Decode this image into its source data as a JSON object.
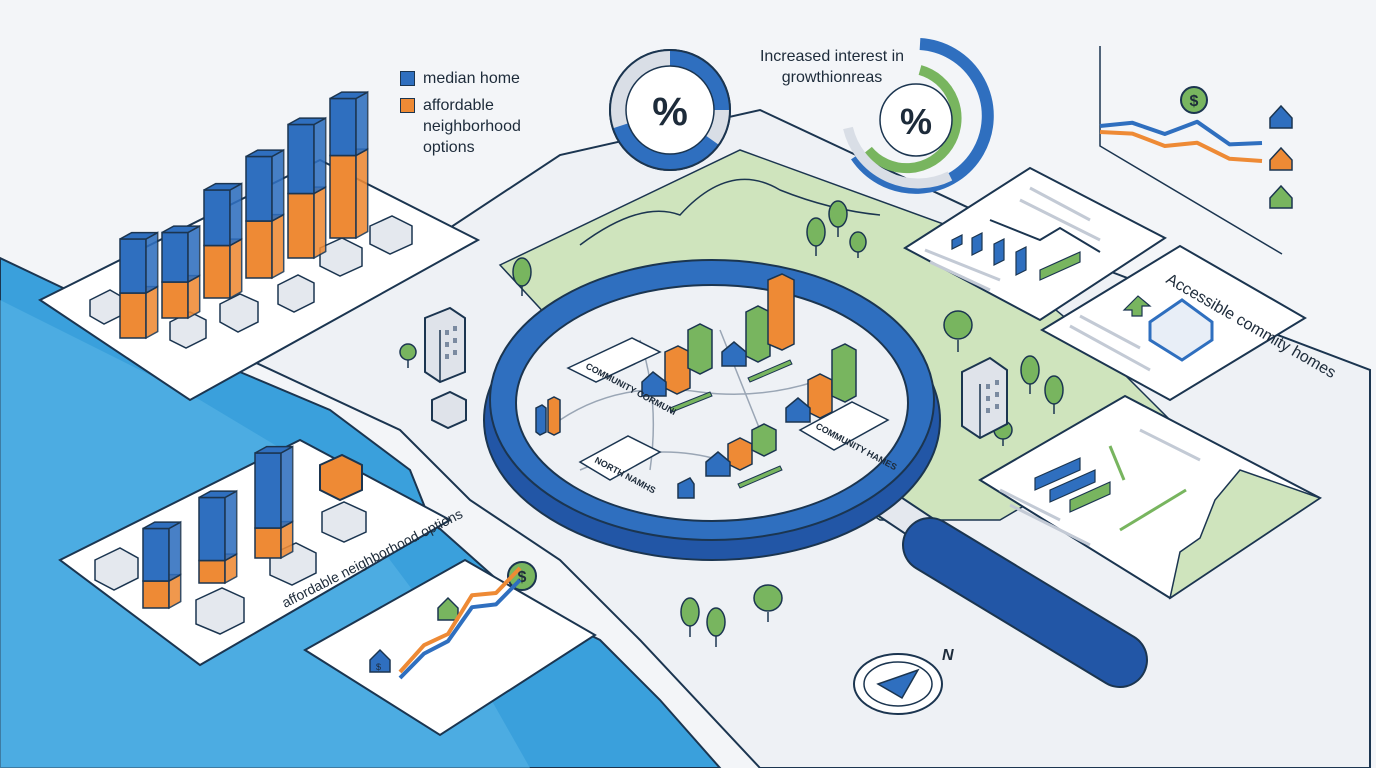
{
  "colors": {
    "blue": "#2f6fbf",
    "orange": "#ee8a35",
    "green": "#78b55f",
    "water": "#3aa0dc",
    "land": "#cfe4bd",
    "outline": "#1b3550"
  },
  "legend": {
    "items": [
      {
        "label": "median home",
        "color": "#2f6fbf"
      },
      {
        "label": "affordable neighborhood options",
        "color": "#ee8a35"
      }
    ]
  },
  "donut_left": {
    "symbol": "%"
  },
  "donut_right": {
    "symbol": "%"
  },
  "callout": {
    "text": "Increased interest in growthionreas"
  },
  "panels": {
    "bottom_left_label": "affordable neighborhood options",
    "accessible_title": "Accessible commity homes"
  },
  "lens_labels": {
    "a": "COMMUNITY CORMUNI",
    "b": "NORTH NAMHS",
    "c": "COMMUNITY HAMES"
  },
  "icons": {
    "dollar": "$",
    "compass_north": "N"
  },
  "chart_data": [
    {
      "type": "bar",
      "series": [
        {
          "name": "median home",
          "values": [
            0.36,
            0.33,
            0.37,
            0.43,
            0.46,
            0.38
          ]
        },
        {
          "name": "affordable neighborhood options",
          "values": [
            0.3,
            0.24,
            0.35,
            0.38,
            0.43,
            0.55
          ]
        }
      ]
    },
    {
      "type": "bar",
      "series": [
        {
          "name": "median home",
          "values": [
            0.35,
            0.42,
            0.5
          ]
        },
        {
          "name": "affordable neighborhood options",
          "values": [
            0.18,
            0.15,
            0.2
          ]
        }
      ]
    },
    {
      "type": "line",
      "series": [
        {
          "values": [
            0.3,
            0.48,
            0.4,
            0.78,
            0.55,
            0.7
          ]
        },
        {
          "values": [
            0.2,
            0.34,
            0.28,
            0.58,
            0.36,
            0.5
          ]
        }
      ]
    }
  ]
}
